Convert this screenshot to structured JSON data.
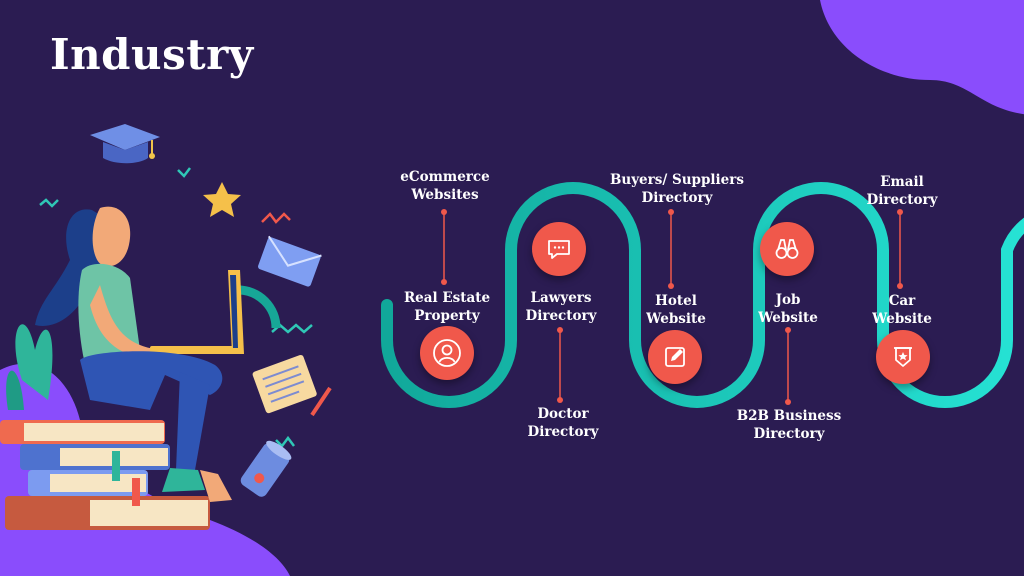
{
  "slide": {
    "title": "Industry"
  },
  "colors": {
    "background": "#2b1c52",
    "accent_purple": "#8a4dfc",
    "timeline_start": "#11a89a",
    "timeline_end": "#27e6d8",
    "marker_red": "#f0584b"
  },
  "timeline": {
    "items": [
      {
        "line1": "eCommerce",
        "line2": "Websites",
        "icon": "none"
      },
      {
        "line1": "Real Estate",
        "line2": "Property",
        "icon": "user-icon"
      },
      {
        "line1": "Lawyers",
        "line2": "Directory",
        "icon": "chat-icon"
      },
      {
        "line1": "Doctor",
        "line2": "Directory",
        "icon": "none"
      },
      {
        "line1": "Buyers/ Suppliers",
        "line2": "Directory",
        "icon": "none"
      },
      {
        "line1": "Hotel",
        "line2": "Website",
        "icon": "edit-icon"
      },
      {
        "line1": "Job",
        "line2": "Website",
        "icon": "binoculars-icon"
      },
      {
        "line1": "B2B Business",
        "line2": "Directory",
        "icon": "none"
      },
      {
        "line1": "Email",
        "line2": "Directory",
        "icon": "none"
      },
      {
        "line1": "Car",
        "line2": "Website",
        "icon": "badge-star-icon"
      }
    ]
  }
}
